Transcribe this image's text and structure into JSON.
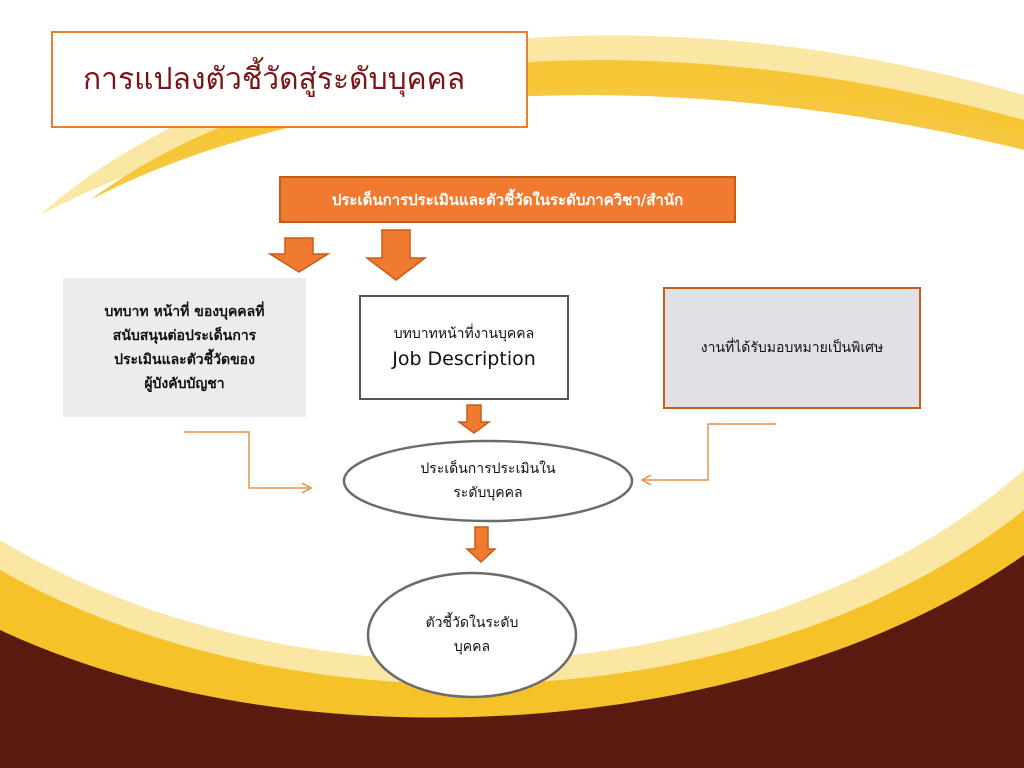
{
  "title": "การแปลงตัวชี้วัดสู่ระดับบุคคล",
  "top_box": "ประเด็นการประเมินและตัวชี้วัดในระดับภาควิชา/สำนัก",
  "left_box": {
    "lines": [
      "บทบาท หน้าที่ ของบุคคลที่",
      "สนับสนุนต่อประเด็นการ",
      "ประเมินและตัวชี้วัดของ",
      "ผู้บังคับบัญชา"
    ]
  },
  "middle_box": {
    "thai": "บทบาทหน้าที่งานบุคคล",
    "english": "Job Description"
  },
  "right_box": "งานที่ได้รับมอบหมายเป็นพิเศษ",
  "center_ellipse": {
    "lines": [
      "ประเด็นการประเมินใน",
      "ระดับบุคคล"
    ]
  },
  "bottom_ellipse": {
    "lines": [
      "ตัวชี้วัดในระดับ",
      "บุคคล"
    ]
  },
  "colors": {
    "orange": "#f07a2f",
    "dark_red": "#5a1a10",
    "yellow": "#f5c22a",
    "title_text": "#7a1416",
    "gray_box": "#dfe1e4"
  }
}
